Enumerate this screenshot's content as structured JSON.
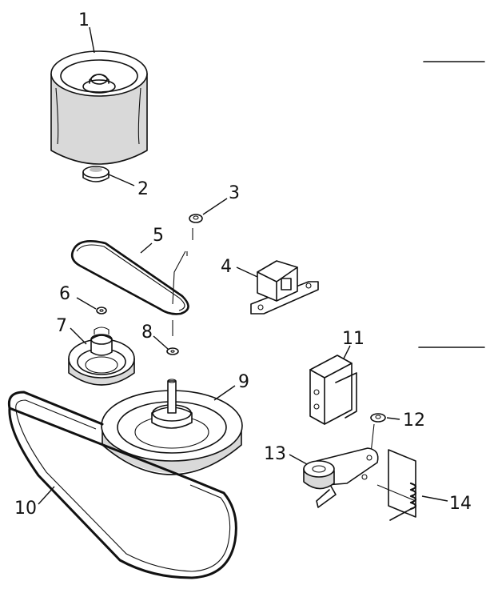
{
  "labels": {
    "part_1": "1",
    "part_2": "2",
    "part_3": "3",
    "part_4": "4",
    "part_5": "5",
    "part_6": "6",
    "part_7": "7",
    "part_8": "8",
    "part_9": "9",
    "part_10": "10",
    "part_11": "11",
    "part_12": "12",
    "part_13": "13",
    "part_14": "14"
  },
  "colors": {
    "ink": "#111111",
    "paper": "#ffffff"
  }
}
